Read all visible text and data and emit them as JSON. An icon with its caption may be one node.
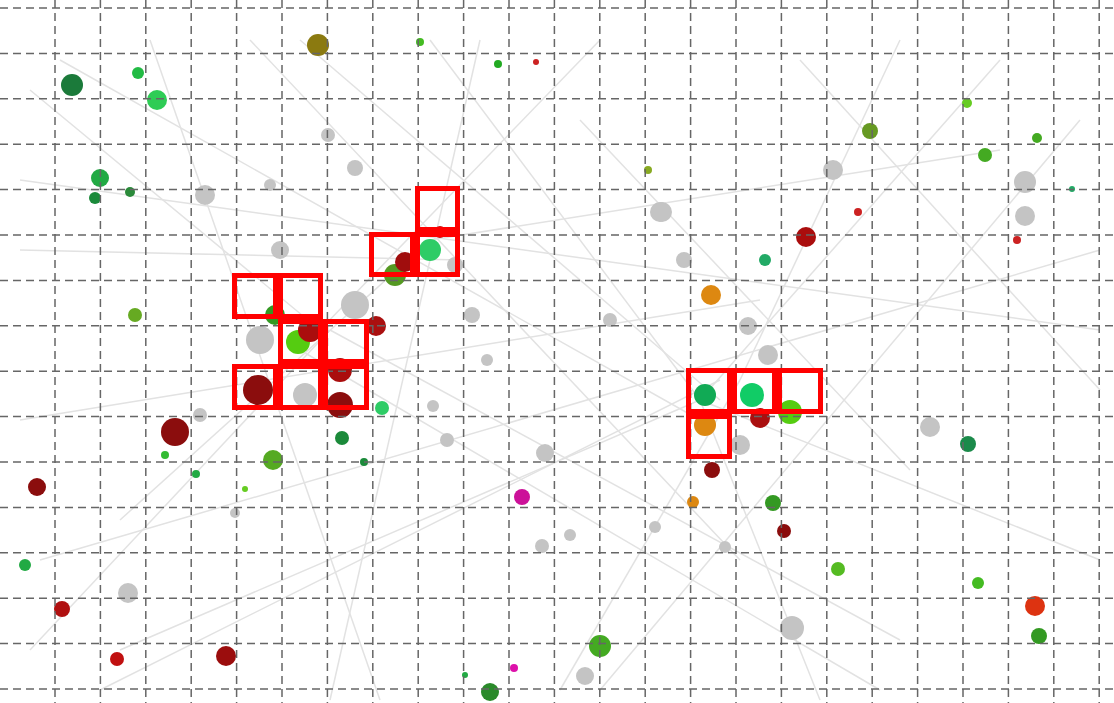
{
  "diagram": {
    "nodes": [
      {
        "text": [],
        "shape": "box"
      },
      {
        "text": [],
        "shape": "box"
      },
      {
        "text": [],
        "shape": "box"
      },
      {
        "text": [],
        "shape": "box"
      },
      {
        "text": [],
        "shape": "box"
      },
      {
        "text": [],
        "shape": "box"
      },
      {
        "text": [],
        "shape": "box"
      },
      {
        "text": [],
        "shape": "box"
      },
      {
        "text": [],
        "shape": "box"
      },
      {
        "text": [],
        "shape": "box"
      },
      {
        "text": [],
        "shape": "box"
      },
      {
        "text": [],
        "shape": "box"
      },
      {
        "text": [],
        "shape": "box"
      },
      {
        "text": [],
        "shape": "box"
      }
    ]
  }
}
